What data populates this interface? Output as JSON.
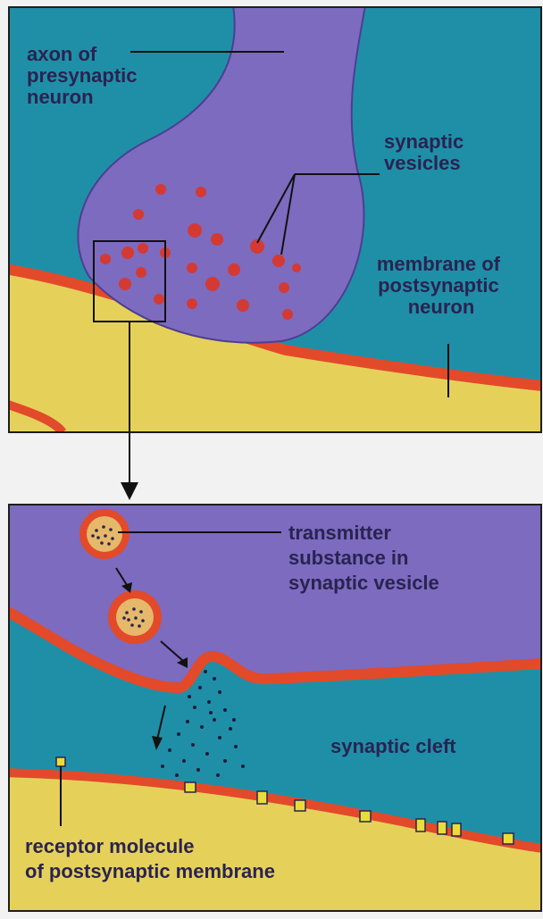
{
  "top_panel": {
    "labels": {
      "axon": [
        "axon of",
        "presynaptic",
        "neuron"
      ],
      "vesicles": [
        "synaptic",
        "vesicles"
      ],
      "membrane": [
        "membrane of",
        "postsynaptic",
        "neuron"
      ]
    }
  },
  "bottom_panel": {
    "labels": {
      "transmitter": [
        "transmitter",
        "substance in",
        "synaptic vesicle"
      ],
      "cleft": [
        "synaptic cleft"
      ],
      "receptor": [
        "receptor molecule",
        "of postsynaptic membrane"
      ]
    }
  },
  "colors": {
    "cleft_fluid": "#1f8fa8",
    "axon": "#7c6bbf",
    "membrane": "#e24a2a",
    "postsynaptic": "#e5d15a",
    "vesicle": "#d43a34",
    "receptor": "#e8dd3a",
    "frame": "#eeeeee"
  }
}
